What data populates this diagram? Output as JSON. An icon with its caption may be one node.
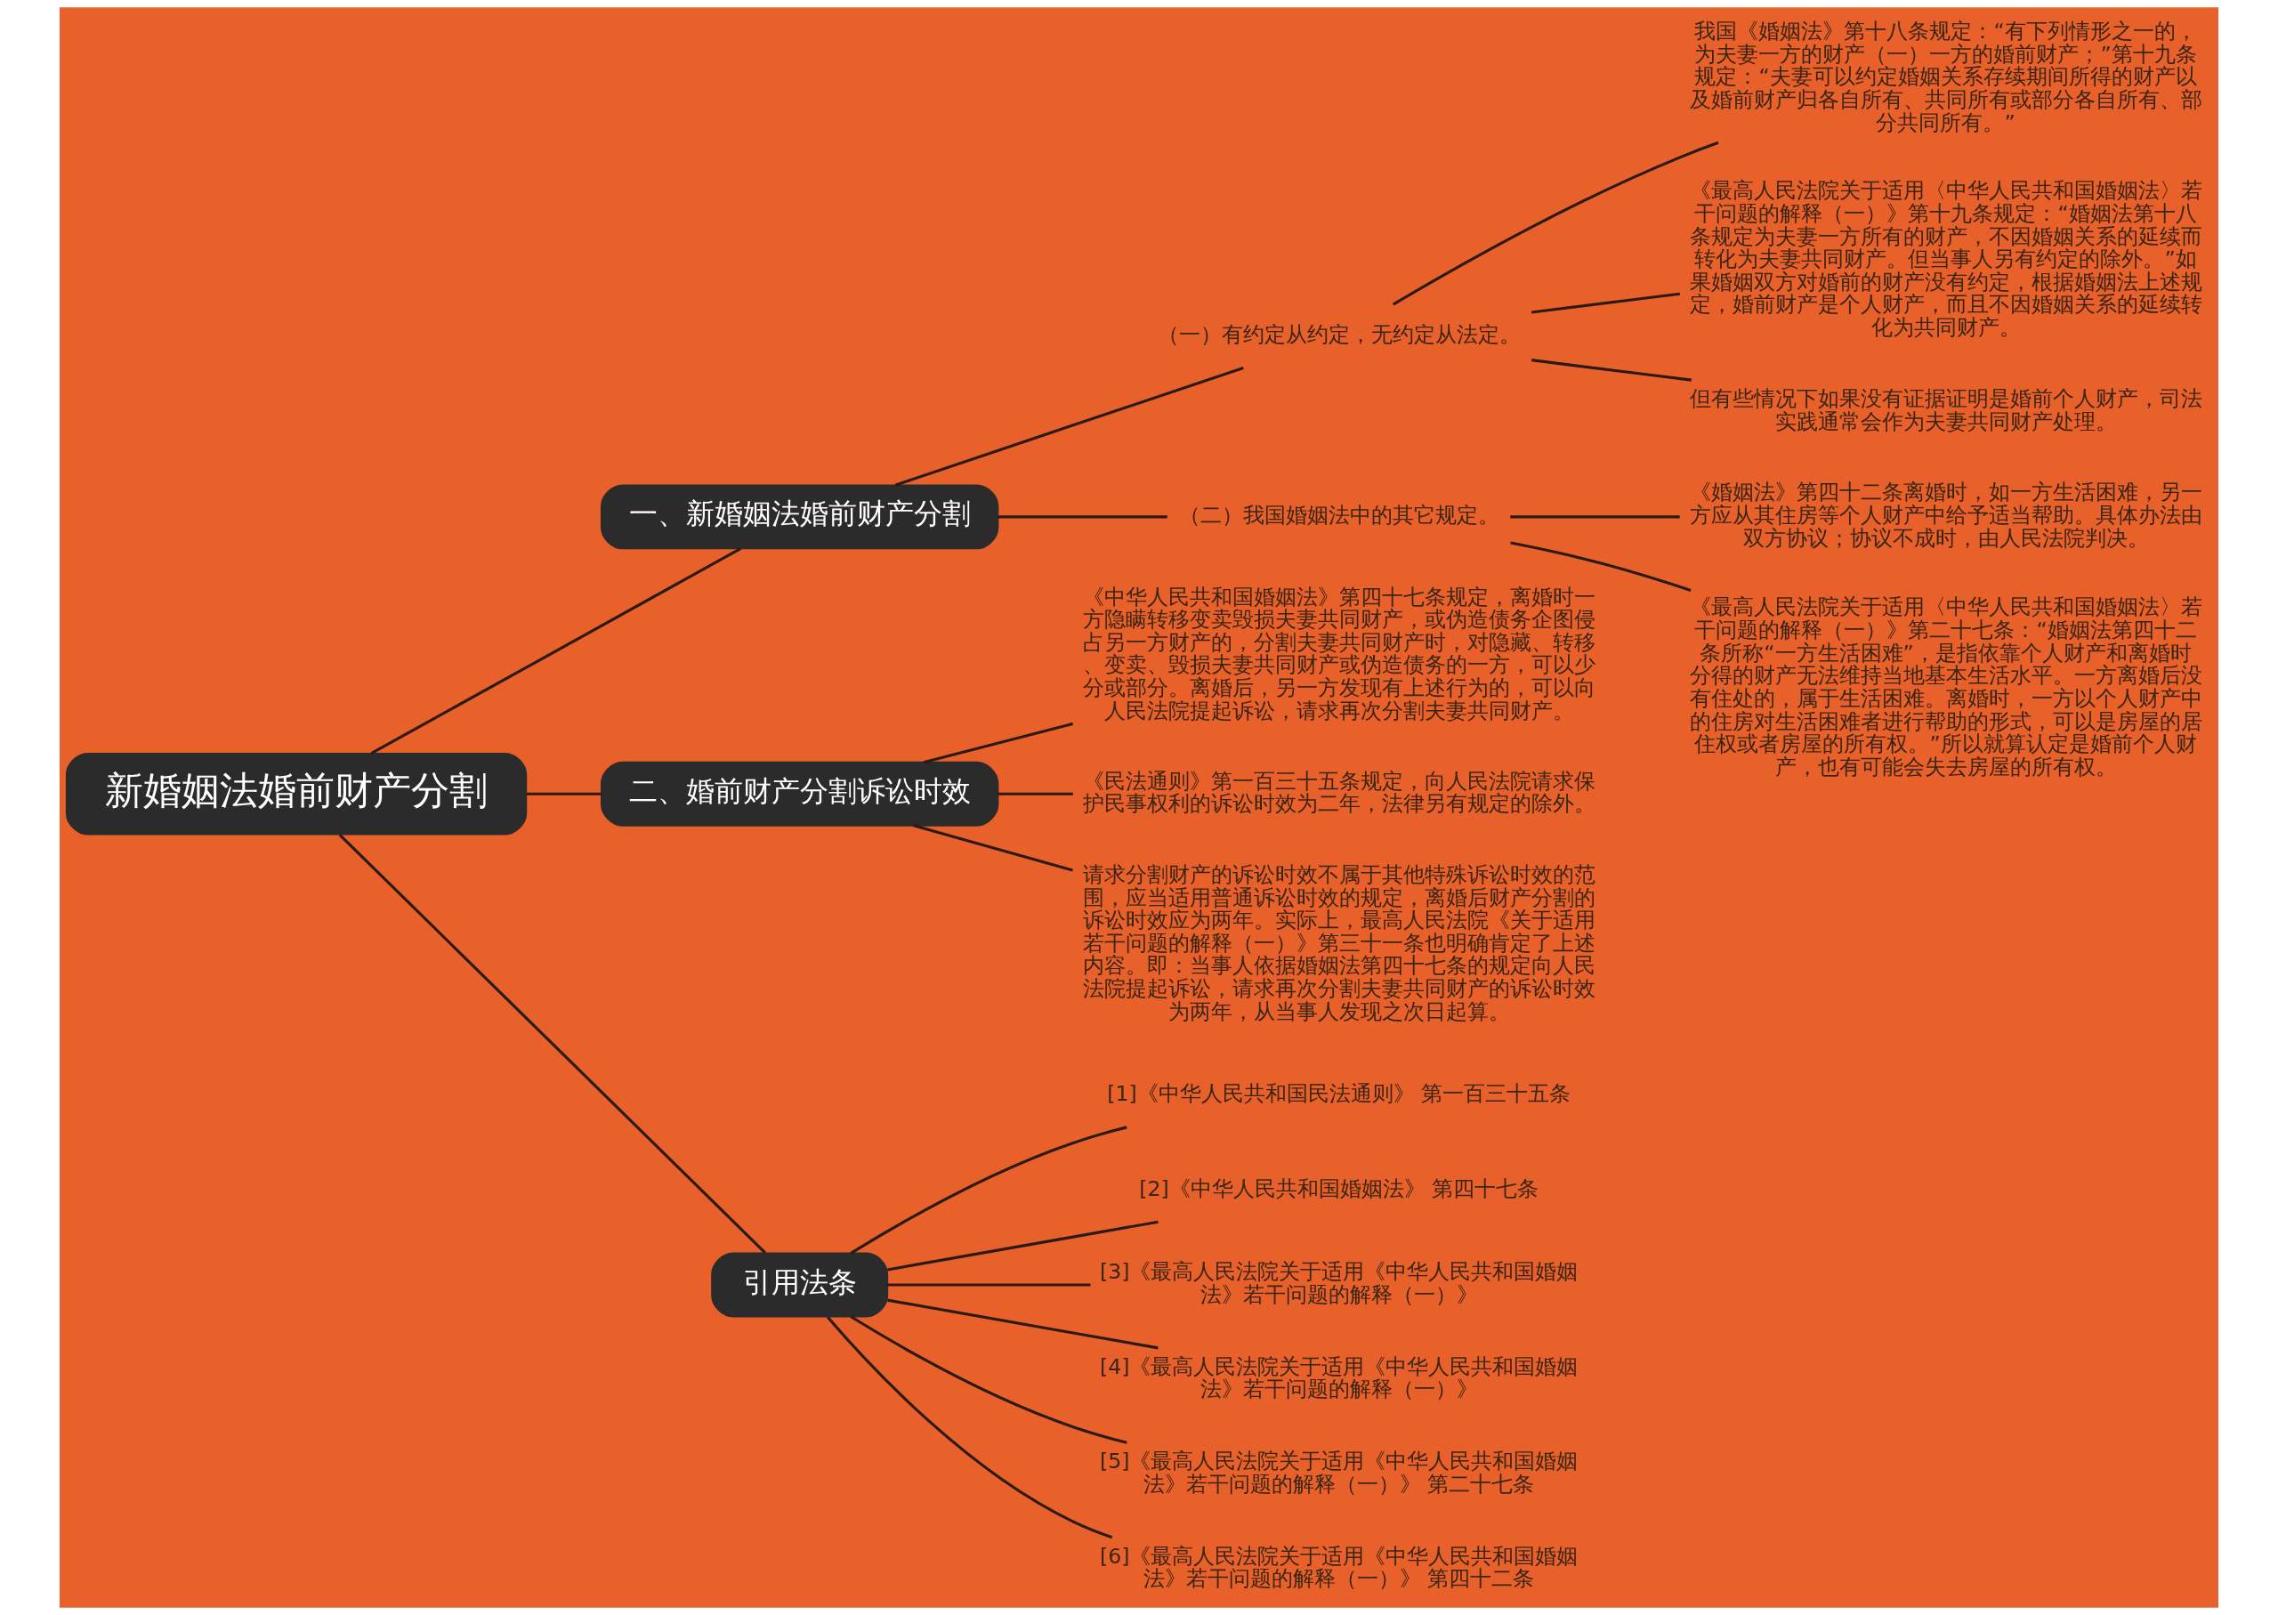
{
  "diagram": {
    "nodes": [
      {
        "text": [
          "新婚姻法婚前财产分割"
        ]
      },
      {
        "text": [
          "一、新婚姻法婚前财产分割"
        ]
      },
      {
        "text": [
          "（一）有约定从约定，无约定从法定。"
        ]
      },
      {
        "text": [
          "我国《婚姻法》第十八条规定：“有下列情形之一的，为夫妻一方的财产（一）一方的婚前财产；”第十九条规定：“夫妻可以约定婚姻关系存续期间所得的财产以及婚前财产归各自所有、共同所有或部分各自所有、部分共同所有。”"
        ]
      },
      {
        "text": [
          "《最高人民法院关于适用〈中华人民共和国婚姻法〉若干问题的解释（一）》第十九条规定：“婚姻法第十八条规定为夫妻一方所有的财产，不因婚姻关系的延续而转化为夫妻共同财产。但当事人另有约定的除外。”如果婚姻双方对婚前的财产没有约定，根据婚姻法上述规定，婚前财产是个人财产，而且不因婚姻关系的延续转化为共同财产。"
        ]
      },
      {
        "text": [
          "但有些情况下如果没有证据证明是婚前个人财产，司法实践通常会作为夫妻共同财产处理。"
        ]
      },
      {
        "text": [
          "（二）我国婚姻法中的其它规定。"
        ]
      },
      {
        "text": [
          "《婚姻法》第四十二条离婚时，如一方生活困难，另一方应从其住房等个人财产中给予适当帮助。具体办法由双方协议；协议不成时，由人民法院判决。"
        ]
      },
      {
        "text": [
          "《最高人民法院关于适用〈中华人民共和国婚姻法〉若干问题的解释（一）》第二十七条：“婚姻法第四十二条所称“一方生活困难”，是指依靠个人财产和离婚时分得的财产无法维持当地基本生活水平。一方离婚后没有住处的，属于生活困难。离婚时，一方以个人财产中的住房对生活困难者进行帮助的形式，可以是房屋的居住权或者房屋的所有权。”所以就算认定是婚前个人财产，也有可能会失去房屋的所有权。"
        ]
      },
      {
        "text": [
          "二、婚前财产分割诉讼时效"
        ]
      },
      {
        "text": [
          "《中华人民共和国婚姻法》第四十七条规定，离婚时一方隐瞒转移变卖毁损夫妻共同财产，或伪造债务企图侵占另一方财产的，分割夫妻共同财产时，对隐藏、转移、变卖、毁损夫妻共同财产或伪造债务的一方，可以少分或部分。离婚后，另一方发现有上述行为的，可以向人民法院提起诉讼，请求再次分割夫妻共同财产。"
        ]
      },
      {
        "text": [
          "《民法通则》第一百三十五条规定，向人民法院请求保护民事权利的诉讼时效为二年，法律另有规定的除外。"
        ]
      },
      {
        "text": [
          "请求分割财产的诉讼时效不属于其他特殊诉讼时效的范围，应当适用普通诉讼时效的规定，离婚后财产分割的诉讼时效应为两年。实际上，最高人民法院《关于适用若干问题的解释（一）》第三十一条也明确肯定了上述内容。即：当事人依据婚姻法第四十七条的规定向人民法院提起诉讼，请求再次分割夫妻共同财产的诉讼时效为两年，从当事人发现之次日起算。"
        ]
      },
      {
        "text": [
          "引用法条"
        ]
      },
      {
        "text": [
          "[1]《中华人民共和国民法通则》 第一百三十五条"
        ]
      },
      {
        "text": [
          "[2]《中华人民共和国婚姻法》 第四十七条"
        ]
      },
      {
        "text": [
          "[3]《最高人民法院关于适用《中华人民共和国婚姻法》若干问题的解释（一）》"
        ]
      },
      {
        "text": [
          "[4]《最高人民法院关于适用《中华人民共和国婚姻法》若干问题的解释（一）》"
        ]
      },
      {
        "text": [
          "[5]《最高人民法院关于适用《中华人民共和国婚姻法》若干问题的解释（一）》 第二十七条"
        ]
      },
      {
        "text": [
          "[6]《最高人民法院关于适用《中华人民共和国婚姻法》若干问题的解释（一）》 第四十二条"
        ]
      }
    ],
    "edges": [
      {
        "from": 0,
        "to": 1,
        "arrow": "none"
      },
      {
        "from": 1,
        "to": 2,
        "arrow": "none"
      },
      {
        "from": 2,
        "to": 3,
        "arrow": "none"
      },
      {
        "from": 2,
        "to": 4,
        "arrow": "none"
      },
      {
        "from": 2,
        "to": 5,
        "arrow": "none"
      },
      {
        "from": 1,
        "to": 6,
        "arrow": "none"
      },
      {
        "from": 6,
        "to": 7,
        "arrow": "none"
      },
      {
        "from": 6,
        "to": 8,
        "arrow": "none"
      },
      {
        "from": 0,
        "to": 9,
        "arrow": "none"
      },
      {
        "from": 9,
        "to": 10,
        "arrow": "none"
      },
      {
        "from": 9,
        "to": 11,
        "arrow": "none"
      },
      {
        "from": 9,
        "to": 12,
        "arrow": "none"
      },
      {
        "from": 0,
        "to": 13,
        "arrow": "none"
      },
      {
        "from": 13,
        "to": 14,
        "arrow": "none"
      },
      {
        "from": 13,
        "to": 15,
        "arrow": "none"
      },
      {
        "from": 13,
        "to": 16,
        "arrow": "none"
      },
      {
        "from": 13,
        "to": 17,
        "arrow": "none"
      },
      {
        "from": 13,
        "to": 18,
        "arrow": "none"
      },
      {
        "from": 13,
        "to": 19,
        "arrow": "none"
      }
    ]
  }
}
